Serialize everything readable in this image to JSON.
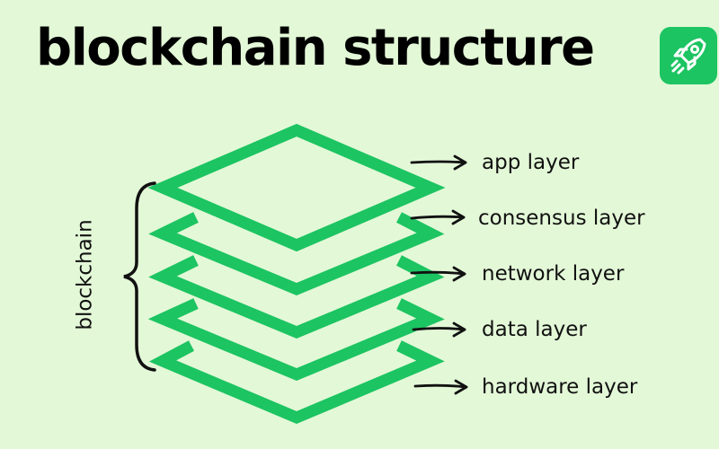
{
  "title": "blockchain structure",
  "logo": {
    "icon": "rocket-icon",
    "color": "#1cc462"
  },
  "brace_label": "blockchain",
  "layers": [
    {
      "label": "app layer"
    },
    {
      "label": "consensus layer"
    },
    {
      "label": "network layer"
    },
    {
      "label": "data layer"
    },
    {
      "label": "hardware layer"
    }
  ],
  "colors": {
    "background": "#e3f8d7",
    "layer_stroke": "#1cc462",
    "text": "#111111"
  }
}
